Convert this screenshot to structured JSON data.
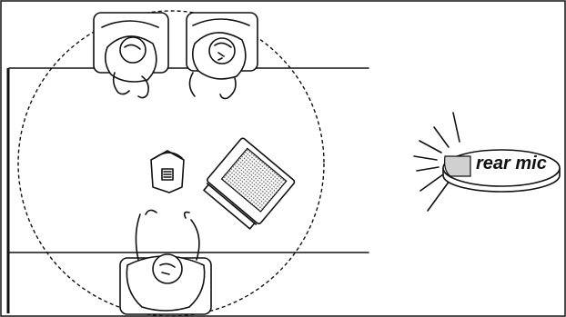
{
  "diagram": {
    "mic_label": "rear mic",
    "colors": {
      "ink": "#111111",
      "background": "#ffffff",
      "phone_screen_fill": "#bdbdbd",
      "mic_button_fill": "#d0d0d0"
    },
    "icons": [
      "conference-table",
      "pickup-range-circle",
      "seated-person-icon",
      "conference-phone-icon",
      "speakerphone-pod-icon",
      "rear-mic-device-icon",
      "sound-ray-icon"
    ]
  }
}
